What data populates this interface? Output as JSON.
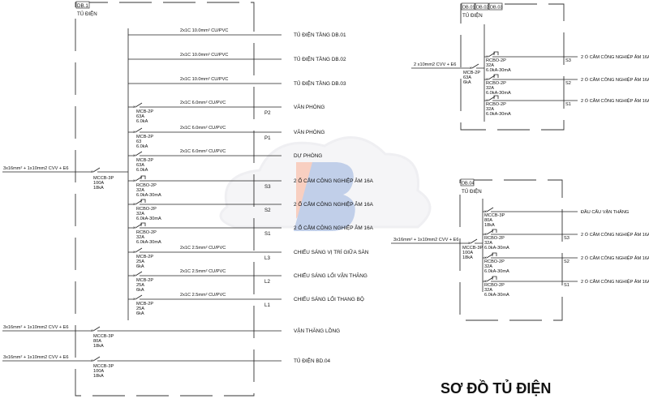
{
  "main_panel": {
    "tag": "DB.1",
    "name": "TỦ ĐIỆN",
    "incoming": {
      "cable": "3x16mm² + 1x10mm2  CVV + E6",
      "breaker": [
        "MCCB-3P",
        "100A",
        "18kA"
      ]
    },
    "feeders": [
      {
        "cable": "2x1C 10.0mm²  CU/PVC",
        "breaker_type": "none",
        "breaker": [],
        "circuit": "",
        "destination": "TỦ ĐIỆN TẦNG DB.01"
      },
      {
        "cable": "2x1C 10.0mm²  CU/PVC",
        "breaker_type": "none",
        "breaker": [],
        "circuit": "",
        "destination": "TỦ ĐIỆN TẦNG DB.02"
      },
      {
        "cable": "2x1C 10.0mm²  CU/PVC",
        "breaker_type": "none",
        "breaker": [],
        "circuit": "",
        "destination": "TỦ ĐIỆN TẦNG DB.03"
      },
      {
        "cable": "2x1C 6.0mm²  CU/PVC",
        "breaker_type": "mcb",
        "breaker": [
          "MCB-2P",
          "63A",
          "6.0kA"
        ],
        "circuit": "P2",
        "destination": "VĂN PHÒNG"
      },
      {
        "cable": "2x1C 6.0mm²  CU/PVC",
        "breaker_type": "mcb",
        "breaker": [
          "MCB-2P",
          "63",
          "6.0kA"
        ],
        "circuit": "P1",
        "destination": "VĂN PHÒNG"
      },
      {
        "cable": "2x1C 6.0mm²  CU/PVC",
        "breaker_type": "mcb",
        "breaker": [
          "MCB-2P",
          "63A",
          "6.0kA"
        ],
        "circuit": "",
        "destination": "DỰ PHÒNG"
      },
      {
        "cable": "",
        "breaker_type": "rcbo",
        "breaker": [
          "RCBO-2P",
          "32A",
          "6.0kA-30mA"
        ],
        "circuit": "S3",
        "destination": "2 Ổ CẮM CÔNG NGHIỆP ÂM 16A"
      },
      {
        "cable": "",
        "breaker_type": "rcbo",
        "breaker": [
          "RCBO-2P",
          "32A",
          "6.0kA-30mA"
        ],
        "circuit": "S2",
        "destination": "2 Ổ CẮM CÔNG NGHIỆP ÂM 16A"
      },
      {
        "cable": "",
        "breaker_type": "rcbo",
        "breaker": [
          "RCBO-2P",
          "32A",
          "6.0kA-30mA"
        ],
        "circuit": "S1",
        "destination": "2 Ổ CẮM CÔNG NGHIỆP ÂM 16A"
      },
      {
        "cable": "2x1C 2.5mm²  CU/PVC",
        "breaker_type": "mcb",
        "breaker": [
          "MCB-2P",
          "25A",
          "6kA"
        ],
        "circuit": "L3",
        "destination": "CHIẾU SÁNG VỊ TRÍ GIỮA SÀN"
      },
      {
        "cable": "2x1C 2.5mm²  CU/PVC",
        "breaker_type": "mcb",
        "breaker": [
          "MCB-2P",
          "25A",
          "6kA"
        ],
        "circuit": "L2",
        "destination": "CHIẾU SÁNG LỐI VẬN THĂNG"
      },
      {
        "cable": "2x1C 2.5mm²  CU/PVC",
        "breaker_type": "mcb",
        "breaker": [
          "MCB-2P",
          "25A",
          "6kA"
        ],
        "circuit": "L1",
        "destination": "CHIẾU SÁNG LỐI THANG BỘ"
      }
    ],
    "direct_feeders": [
      {
        "cable": "3x16mm² + 1x10mm2  CVV + E6",
        "breaker": [
          "MCCB-3P",
          "80A",
          "18kA"
        ],
        "destination": "VẬN THĂNG LỒNG"
      },
      {
        "cable": "3x16mm² + 1x10mm2  CVV + E6",
        "breaker": [
          "MCCB-3P",
          "100A",
          "18kA"
        ],
        "destination": "TỦ ĐIỆN BD.04"
      }
    ]
  },
  "floor_panel": {
    "tags": [
      "DB.01",
      "DB.02",
      "DB.03"
    ],
    "name": "TỦ ĐIỆN",
    "incoming": {
      "cable": "2 x10mm2  CVV + E6",
      "breaker": [
        "MCB-2P",
        "63A",
        "6kA"
      ]
    },
    "feeders": [
      {
        "breaker_type": "rcbo",
        "breaker": [
          "RCBO-2P",
          "32A",
          "6.0kA-30mA"
        ],
        "circuit": "S3",
        "destination": "2 Ổ CẮM CÔNG NGHIỆP ÂM 16A"
      },
      {
        "breaker_type": "rcbo",
        "breaker": [
          "RCBO-2P",
          "32A",
          "6.0kA-30mA"
        ],
        "circuit": "S2",
        "destination": "2 Ổ CẮM CÔNG NGHIỆP ÂM 16A"
      },
      {
        "breaker_type": "rcbo",
        "breaker": [
          "RCBO-2P",
          "32A",
          "6.0kA-30mA"
        ],
        "circuit": "S1",
        "destination": "2 Ổ CẮM CÔNG NGHIỆP ÂM 16A"
      }
    ]
  },
  "db04_panel": {
    "tags": [
      "DB.04"
    ],
    "name": "TỦ ĐIỆN",
    "incoming": {
      "cable": "3x16mm² + 1x10mm2  CVV + E6",
      "breaker": [
        "MCCB-3P",
        "100A",
        "18kA"
      ]
    },
    "feeders": [
      {
        "breaker_type": "mcb",
        "breaker": [
          "MCCB-3P",
          "80A",
          "18kA"
        ],
        "circuit": "",
        "destination": "ĐẦU CẤU VẬN THĂNG"
      },
      {
        "breaker_type": "rcbo",
        "breaker": [
          "RCBO-2P",
          "32A",
          "6.0kA-30mA"
        ],
        "circuit": "S3",
        "destination": "2 Ổ CẮM CÔNG NGHIỆP ÂM 16A"
      },
      {
        "breaker_type": "rcbo",
        "breaker": [
          "RCBO-2P",
          "32A",
          "6.0kA-30mA"
        ],
        "circuit": "S2",
        "destination": "2 Ổ CẮM CÔNG NGHIỆP ÂM 16A"
      },
      {
        "breaker_type": "rcbo",
        "breaker": [
          "RCBO-2P",
          "32A",
          "6.0kA-30mA"
        ],
        "circuit": "S1",
        "destination": "2 Ổ CẮM CÔNG NGHIỆP ÂM 16A"
      }
    ]
  },
  "title": "SƠ ĐỒ TỦ ĐIỆN",
  "watermark": {
    "icon": "cloud-b-logo-icon",
    "colors": [
      "#f4a890",
      "#7f9fd0",
      "#e8e8ec"
    ]
  }
}
